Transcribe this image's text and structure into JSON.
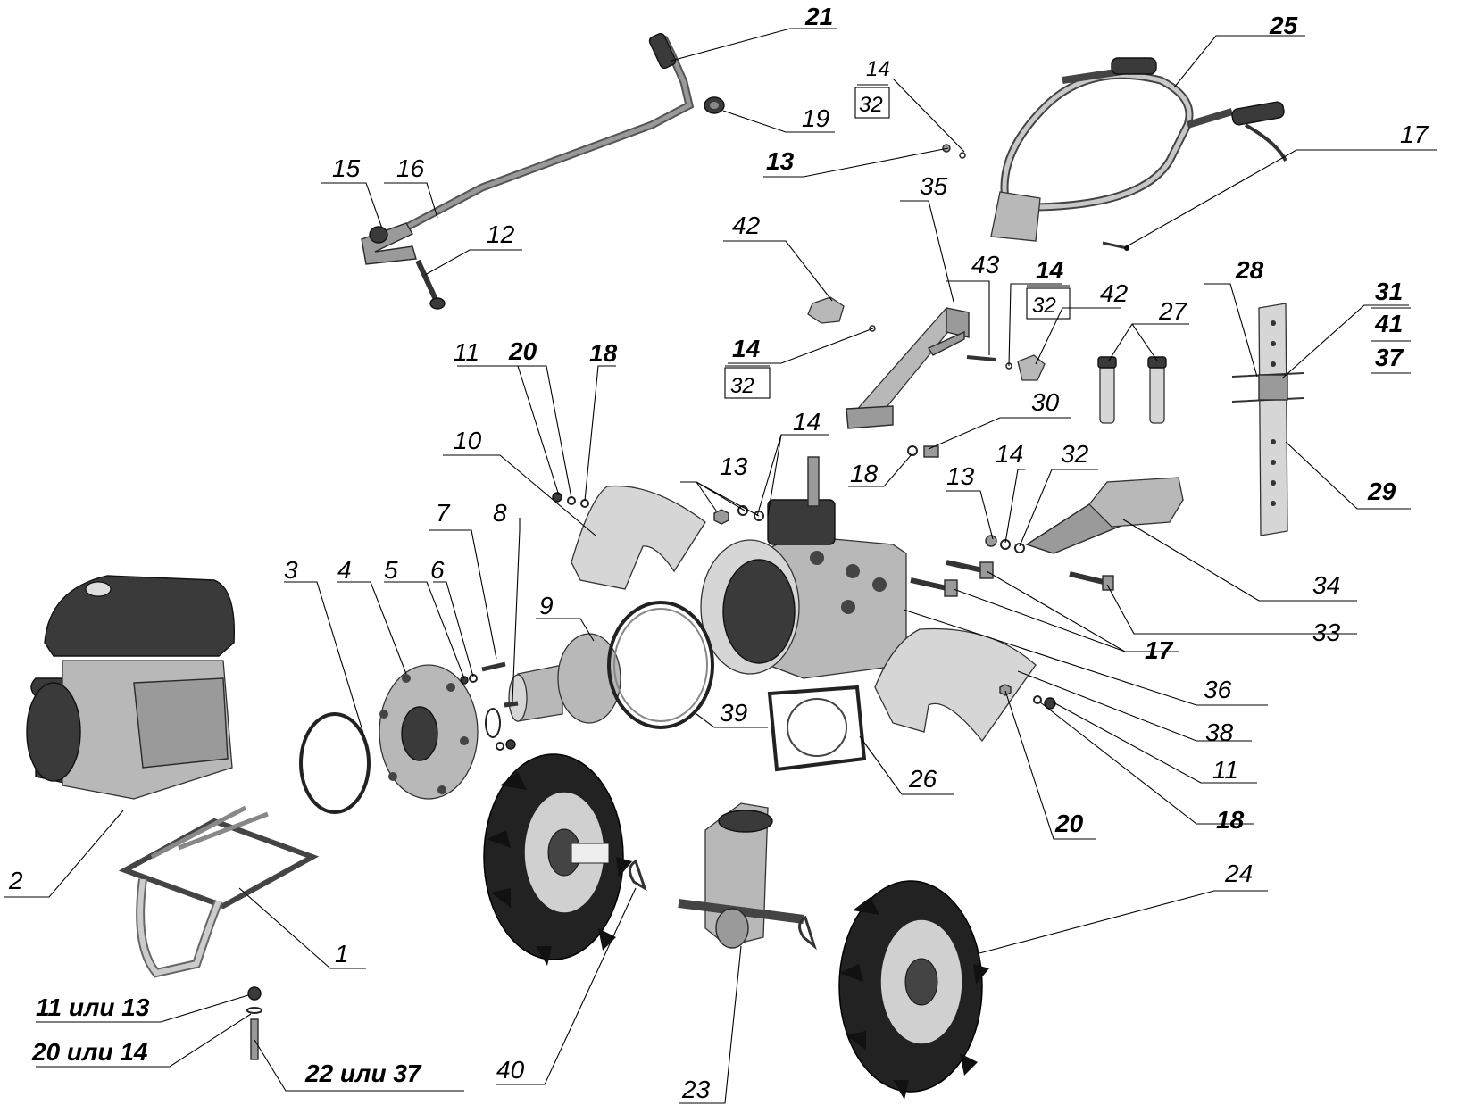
{
  "labels": {
    "l21": "21",
    "l25": "25",
    "l19": "19",
    "l14a": "14",
    "l32a": "32",
    "l13a": "13",
    "l17a": "17",
    "l15": "15",
    "l16": "16",
    "l12": "12",
    "l35": "35",
    "l42a": "42",
    "l43": "43",
    "l14b": "14",
    "l32b": "32",
    "l42b": "42",
    "l27": "27",
    "l28": "28",
    "l31": "31",
    "l41": "41",
    "l37": "37",
    "l14c": "14",
    "l32c": "32",
    "l11a": "11",
    "l20a": "20",
    "l18a": "18",
    "l10": "10",
    "l14d": "14",
    "l13b": "13",
    "l30": "30",
    "l18b": "18",
    "l13c": "13",
    "l14e": "14",
    "l32d": "32",
    "l29": "29",
    "l7": "7",
    "l8": "8",
    "l3": "3",
    "l4": "4",
    "l5": "5",
    "l6": "6",
    "l9": "9",
    "l34": "34",
    "l33": "33",
    "l17b": "17",
    "l36": "36",
    "l39": "39",
    "l38": "38",
    "l11b": "11",
    "l26": "26",
    "l18c": "18",
    "l20b": "20",
    "l2": "2",
    "l24": "24",
    "l1": "1",
    "l11or13": "11 или 13",
    "l20or14": "20 или 14",
    "l22or37": "22 или 37",
    "l40": "40",
    "l23": "23"
  }
}
